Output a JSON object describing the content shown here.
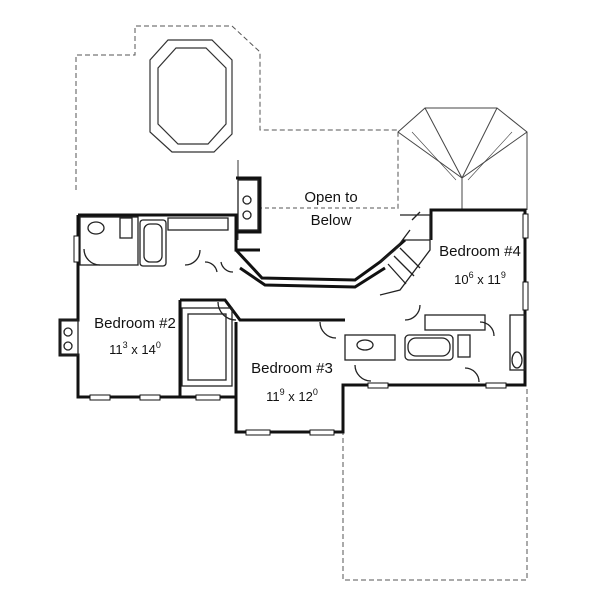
{
  "rooms": {
    "open_to_below": {
      "line1": "Open to",
      "line2": "Below"
    },
    "bedroom2": {
      "name": "Bedroom #2",
      "w_ft": "11",
      "w_in": "3",
      "d_ft": "14",
      "d_in": "0"
    },
    "bedroom3": {
      "name": "Bedroom #3",
      "w_ft": "11",
      "w_in": "9",
      "d_ft": "12",
      "d_in": "0"
    },
    "bedroom4": {
      "name": "Bedroom #4",
      "w_ft": "10",
      "w_in": "6",
      "d_ft": "11",
      "d_in": "9"
    }
  },
  "dim_separator": "x"
}
